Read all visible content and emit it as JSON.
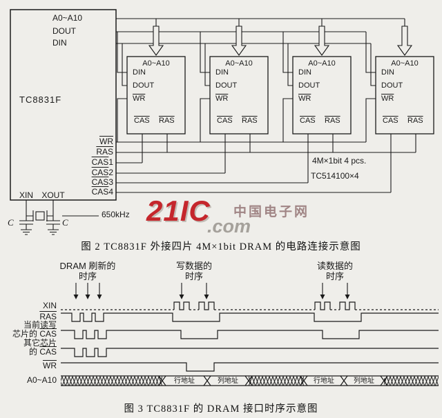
{
  "fig2": {
    "chip": {
      "name": "TC8831F",
      "addr": "A0~A10",
      "dout": "DOUT",
      "din": "DIN",
      "wr": "WR",
      "ras": "RAS",
      "cas": "CAS",
      "cas1n": "1",
      "cas2n": "2",
      "cas3n": "3",
      "cas4n": "4",
      "xin": "XIN",
      "xout": "XOUT"
    },
    "dram": {
      "addr": "A0~A10",
      "din": "DIN",
      "dout": "DOUT",
      "wr": "WR",
      "cas": "CAS",
      "ras": "RAS"
    },
    "note1": "4M×1bit  4 pcs.",
    "note2": "TC514100×4",
    "freq": "650kHz",
    "cap": "C",
    "caption": "图 2  TC8831F 外接四片 4M×1bit  DRAM 的电路连接示意图"
  },
  "watermark": {
    "brand": "21IC",
    "com": ".com",
    "site": "中国电子网"
  },
  "fig3": {
    "ann": {
      "refresh1": "DRAM 刷新的",
      "refresh2": "时序",
      "write1": "写数据的",
      "write2": "时序",
      "read1": "读数据的",
      "read2": "时序"
    },
    "sig": {
      "xin": "XIN",
      "ras": "RAS",
      "cur1": "当前读写",
      "cur2pre": "芯片的 ",
      "cas": "CAS",
      "oth1": "其它芯片",
      "oth2pre": "的 ",
      "wr": "WR",
      "addr": "A0~A10"
    },
    "bus": {
      "row": "行地址",
      "col": "列地址"
    },
    "caption": "图 3  TC8831F 的 DRAM 接口时序示意图"
  }
}
